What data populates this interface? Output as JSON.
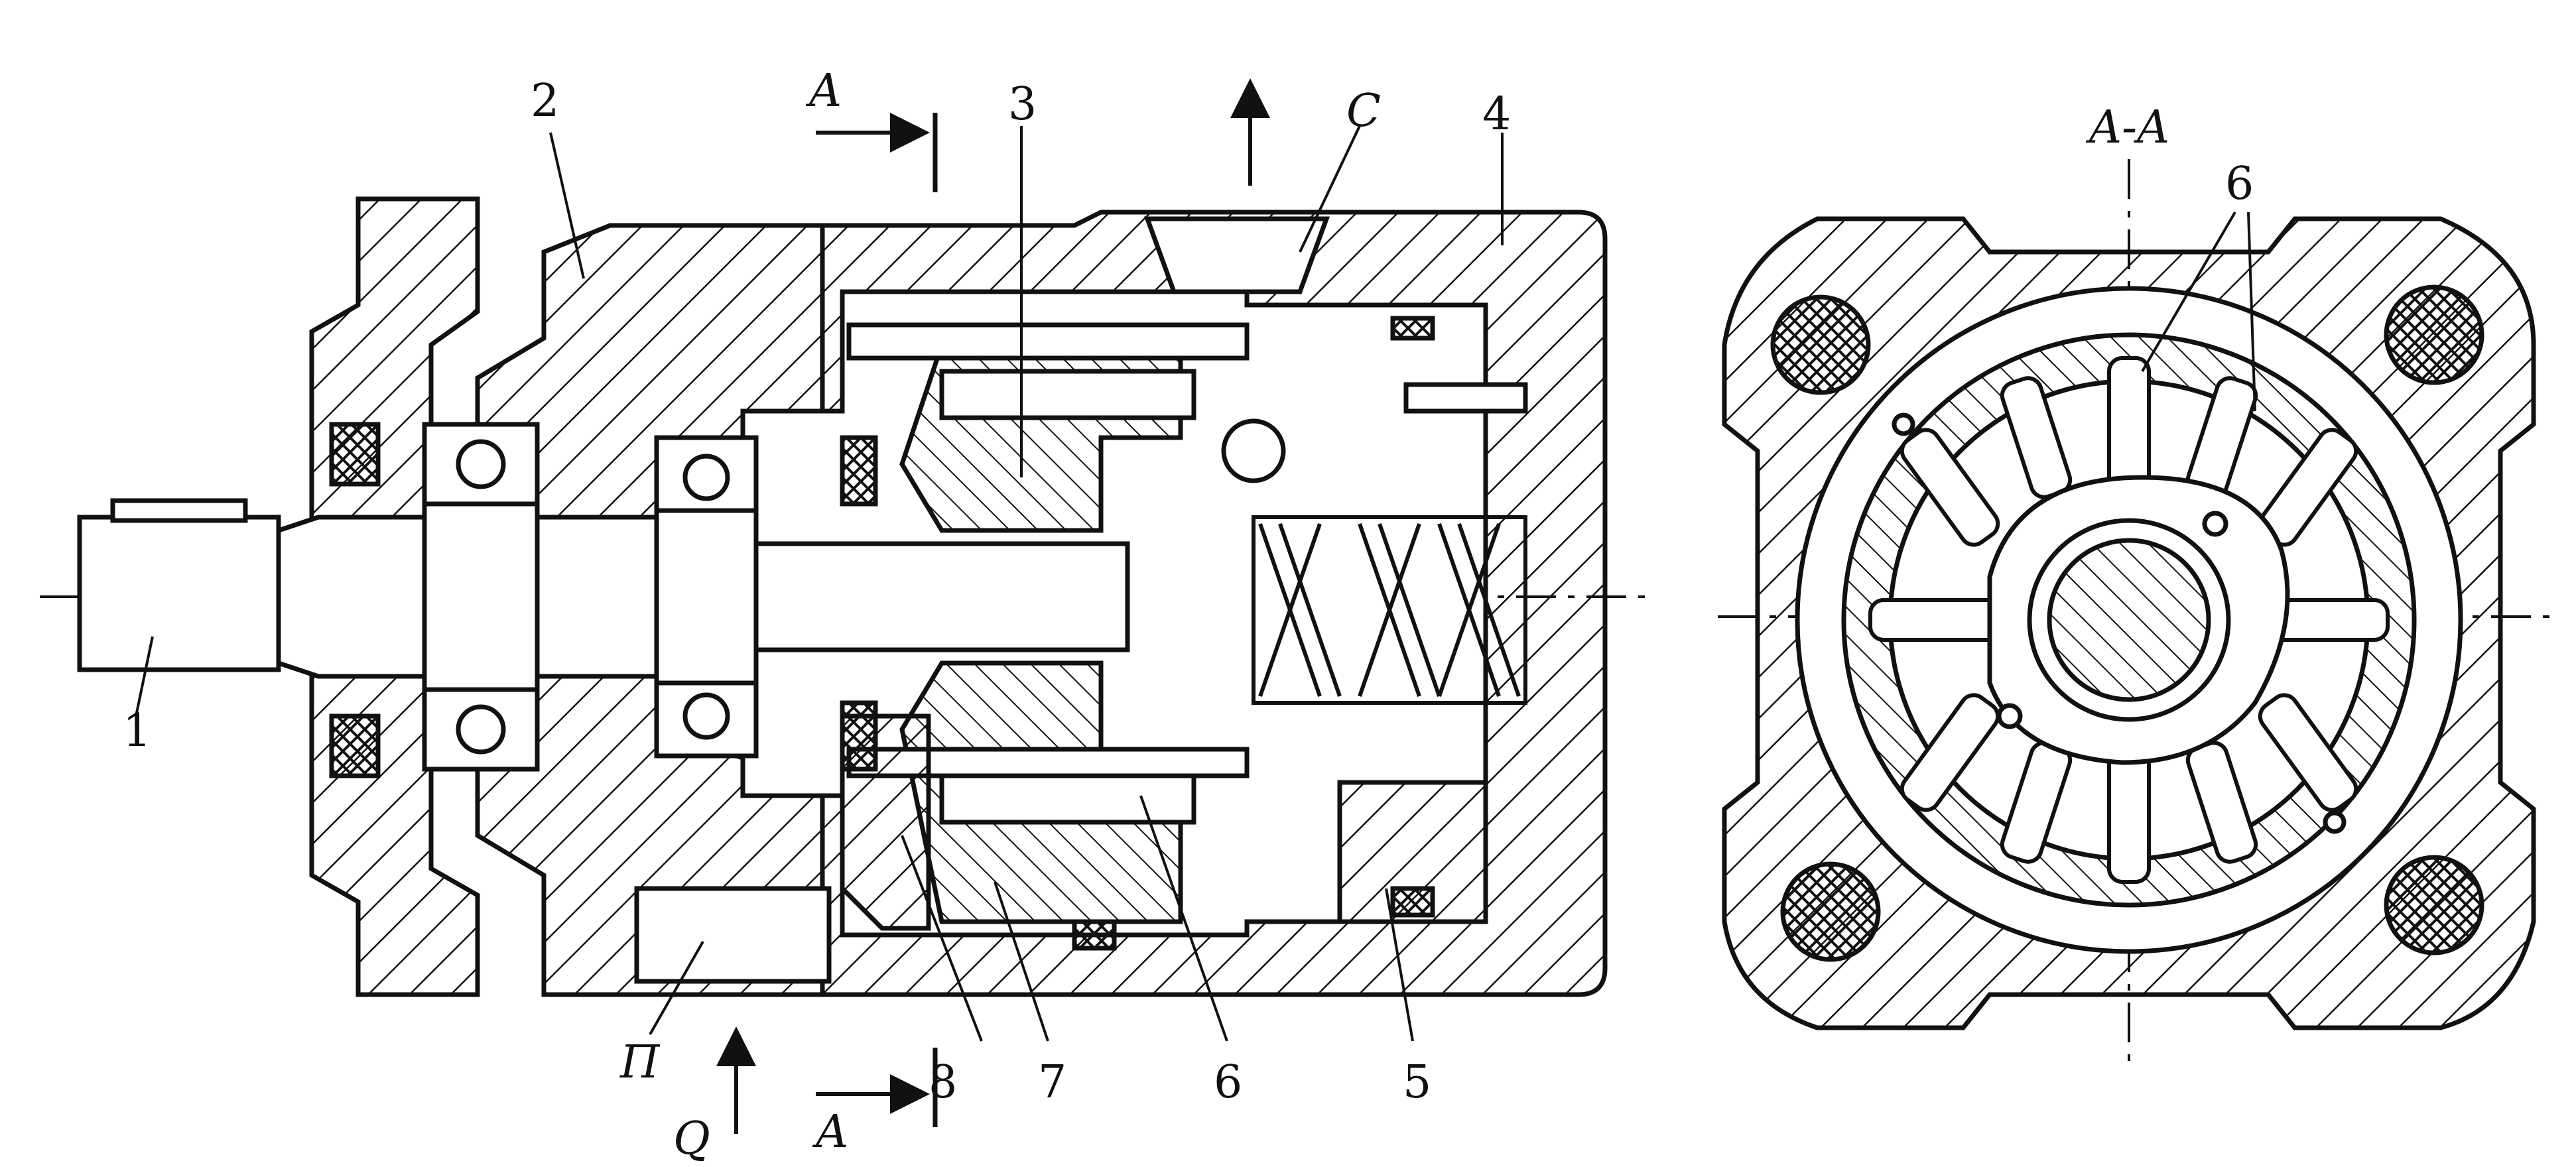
{
  "section_title": "A-A",
  "section_marks": {
    "top": "A",
    "bottom": "A"
  },
  "flow_labels": {
    "inlet": "Q",
    "port_c": "C",
    "port_p": "П"
  },
  "callouts": {
    "n1": "1",
    "n2": "2",
    "n3": "3",
    "n4": "4",
    "n5": "5",
    "n6": "6",
    "n7": "7",
    "n8": "8",
    "n6_section": "6"
  },
  "colors": {
    "ink": "#111111",
    "paper": "#ffffff"
  }
}
